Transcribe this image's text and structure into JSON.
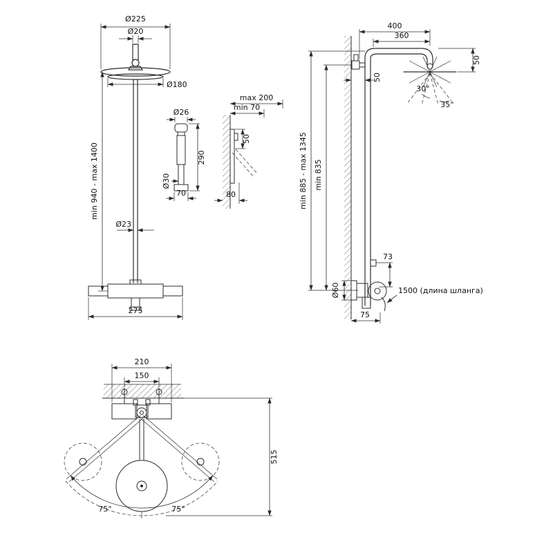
{
  "views": {
    "front": {
      "head_diameter": "Ø225",
      "pipe_diameter": "Ø20",
      "face_diameter": "Ø180",
      "height_range": "min 940 - max 1400",
      "column_diameter": "Ø23",
      "mixer_width": "275"
    },
    "hand_shower": {
      "head_diameter": "Ø26",
      "length": "290",
      "grip_diameter": "Ø30",
      "base_width": "70"
    },
    "bracket": {
      "reach_max": "max 200",
      "reach_min": "min 70",
      "height": "50",
      "depth": "80"
    },
    "side": {
      "arm_reach": "400",
      "arm_length": "360",
      "head_drop": "50",
      "wall_offset": "50",
      "angle_inner": "30°",
      "angle_outer": "35°",
      "height_range": "min 885 - max 1345",
      "column_height": "min 835",
      "holder_offset": "73",
      "escutcheon_diameter": "Ø60",
      "hose_note": "1500 (длина шланга)",
      "spout_reach": "75"
    },
    "top": {
      "plate_width": "210",
      "hole_spacing": "150",
      "swing_depth": "515",
      "angle_left": "75°",
      "angle_right": "75°"
    }
  }
}
